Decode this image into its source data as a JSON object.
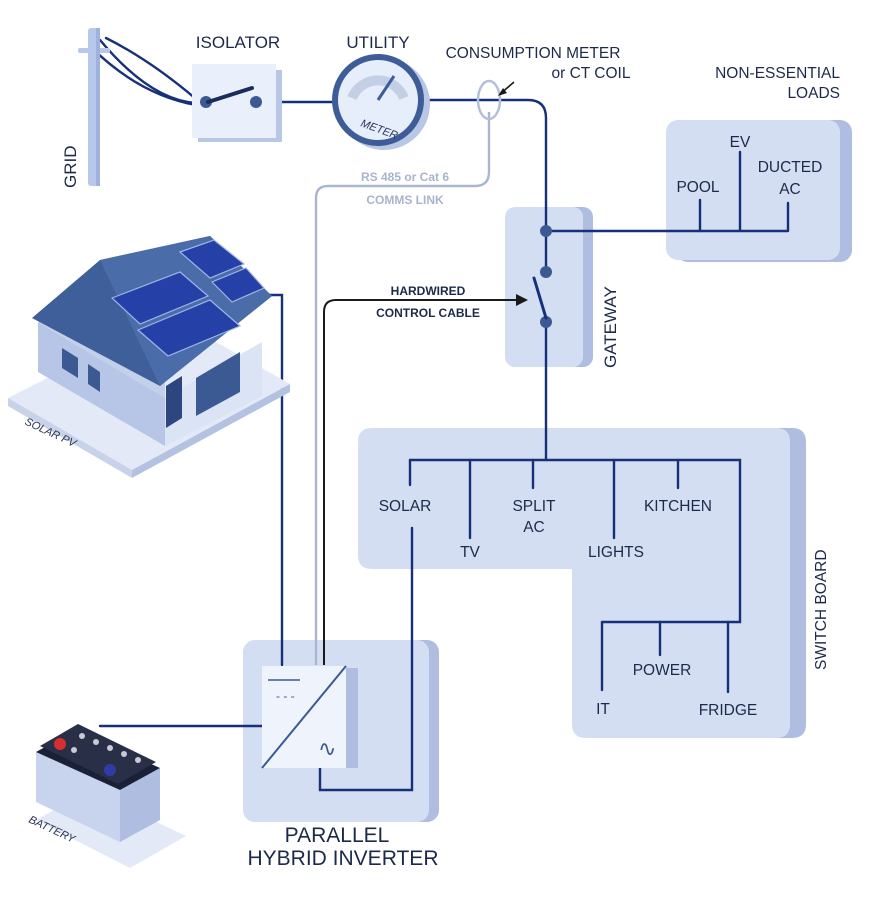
{
  "labels": {
    "grid": "GRID",
    "isolator": "ISOLATOR",
    "utility": "UTILITY",
    "meter": "METER",
    "consumption_meter_line1": "CONSUMPTION METER",
    "consumption_meter_line2": "or CT COIL",
    "non_essential_line1": "NON-ESSENTIAL",
    "non_essential_line2": "LOADS",
    "comms_line1": "RS 485 or Cat 6",
    "comms_line2": "COMMS LINK",
    "hardwired_line1": "HARDWIRED",
    "hardwired_line2": "CONTROL CABLE",
    "gateway": "GATEWAY",
    "solar_pv": "SOLAR PV",
    "battery": "BATTERY",
    "switch_board": "SWITCH BOARD",
    "inverter_line1": "PARALLEL",
    "inverter_line2": "HYBRID INVERTER",
    "inverter_dc": "- - -",
    "inverter_ac": "∿"
  },
  "non_essential_loads": {
    "pool": "POOL",
    "ev": "EV",
    "ducted_ac_line1": "DUCTED",
    "ducted_ac_line2": "AC"
  },
  "switchboard_circuits": {
    "solar": "SOLAR",
    "tv": "TV",
    "split_ac_line1": "SPLIT",
    "split_ac_line2": "AC",
    "lights": "LIGHTS",
    "kitchen": "KITCHEN",
    "power": "POWER",
    "it": "IT",
    "fridge": "FRIDGE"
  },
  "colors": {
    "wire": "#16307a",
    "comms_wire": "#aab6d0",
    "panel": "#d3def3",
    "panel_shadow": "#aebde0",
    "roof": "#3f5f9a",
    "solar_panel": "#2541a8"
  },
  "icons": [
    "utility-pole-icon",
    "isolator-switch-icon",
    "meter-icon",
    "ct-coil-icon",
    "house-icon",
    "battery-icon",
    "inverter-icon",
    "gateway-switch-icon"
  ]
}
